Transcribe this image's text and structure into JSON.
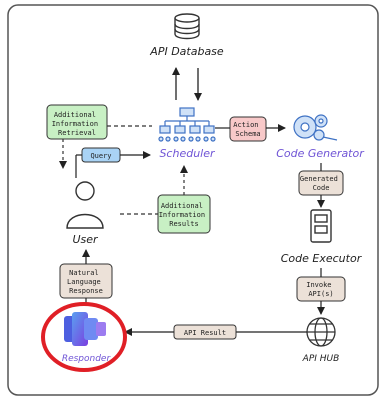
{
  "nodes": {
    "api_database": "API Database",
    "scheduler": "Scheduler",
    "code_generator": "Code Generator",
    "code_executor": "Code Executor",
    "api_hub": "API HUB",
    "user": "User",
    "responder": "Responder"
  },
  "edge_labels": {
    "additional_info_retrieval": [
      "Additional",
      "Information",
      "Retrieval"
    ],
    "action_schema": [
      "Action",
      "Schema"
    ],
    "query": "Query",
    "additional_info_results": [
      "Additional",
      "Information",
      "Results"
    ],
    "generated_code": [
      "Generated",
      "Code"
    ],
    "invoke_apis": [
      "Invoke",
      "API(s)"
    ],
    "api_result": "API Result",
    "natural_language_response": [
      "Natural",
      "Language",
      "Response"
    ]
  },
  "colors": {
    "green_box": "#c8f0c4",
    "red_box": "#f8c9c9",
    "blue_box": "#a9d3f5",
    "tan_box": "#ece1d8",
    "purple_text": "#7055d6",
    "highlight_ring": "#e01f26",
    "icon_blue": "#3f72c4"
  }
}
